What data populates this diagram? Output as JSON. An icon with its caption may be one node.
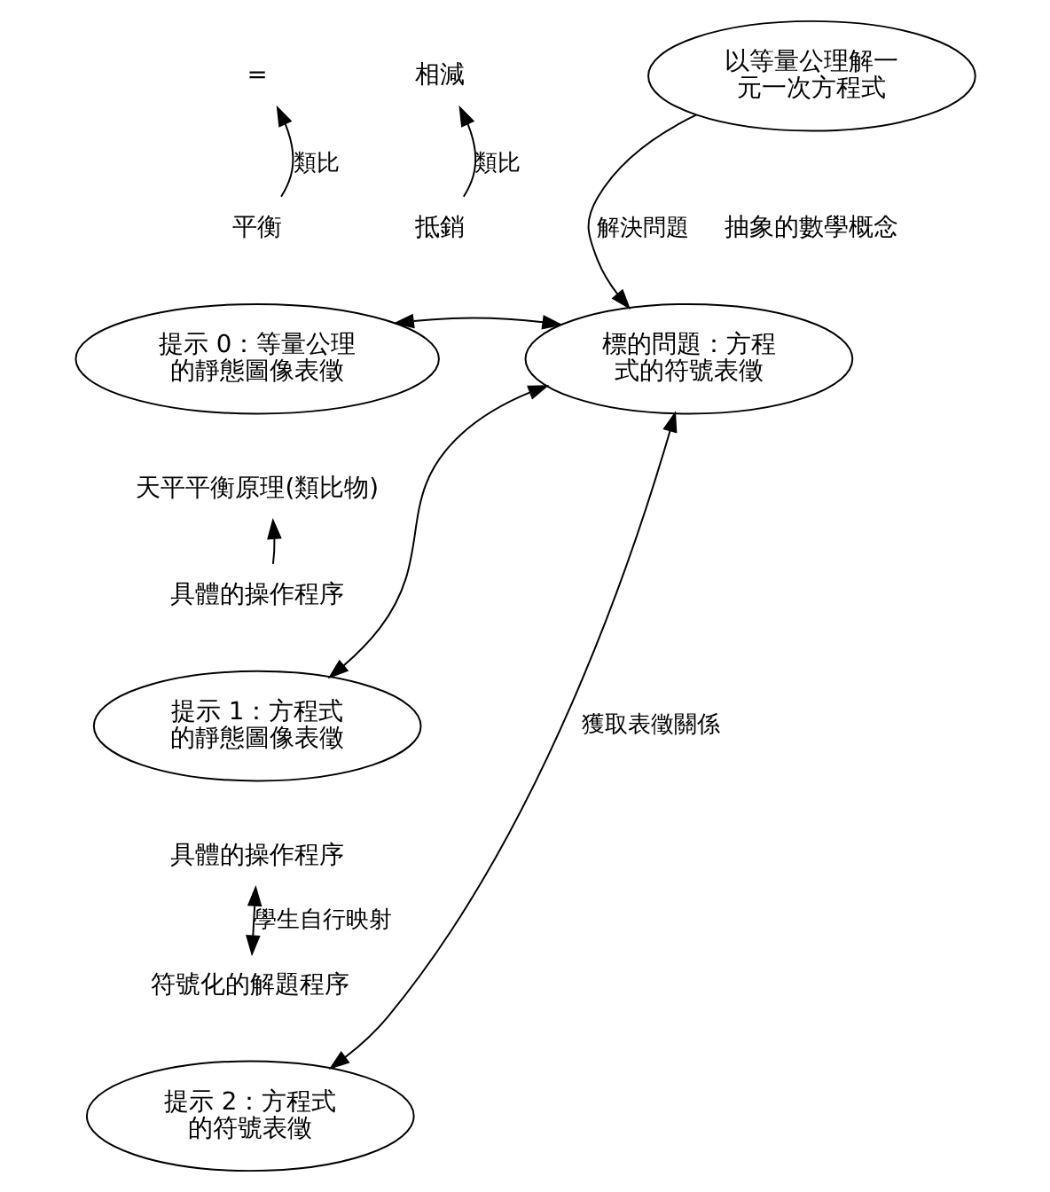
{
  "diagram": {
    "nodes": [
      {
        "text": [
          "="
        ]
      },
      {
        "text": [
          "相減"
        ]
      },
      {
        "text": [
          "以等量公理解一元一次方程式"
        ],
        "beside": [
          "抽象的數學概念"
        ]
      },
      {
        "text": [
          "平衡"
        ]
      },
      {
        "text": [
          "抵銷"
        ]
      },
      {
        "text": [
          "提示 0：等量公理的靜態圖像表徵"
        ]
      },
      {
        "text": [
          "標的問題：方程式的符號表徵"
        ]
      },
      {
        "text": [
          "天平平衡原理(類比物)"
        ]
      },
      {
        "text": [
          "具體的操作程序"
        ]
      },
      {
        "text": [
          "提示 1：方程式的靜態圖像表徵"
        ]
      },
      {
        "text": [
          "具體的操作程序"
        ]
      },
      {
        "text": [
          "符號化的解題程序"
        ]
      },
      {
        "text": [
          "提示 2：方程式的符號表徵"
        ]
      }
    ],
    "edges": [
      {
        "from": 3,
        "to": 0,
        "arrow": "to",
        "label": "類比"
      },
      {
        "from": 4,
        "to": 1,
        "arrow": "to",
        "label": "類比"
      },
      {
        "from": 2,
        "to": 6,
        "arrow": "to",
        "label": "解決問題"
      },
      {
        "from": 5,
        "to": 6,
        "arrow": "both"
      },
      {
        "from": 8,
        "to": 7,
        "arrow": "to"
      },
      {
        "from": 6,
        "to": 9,
        "arrow": "both"
      },
      {
        "from": 10,
        "to": 11,
        "arrow": "both",
        "label": "學生自行映射"
      },
      {
        "from": 6,
        "to": 12,
        "arrow": "both",
        "label": "獲取表徵關係"
      }
    ]
  }
}
